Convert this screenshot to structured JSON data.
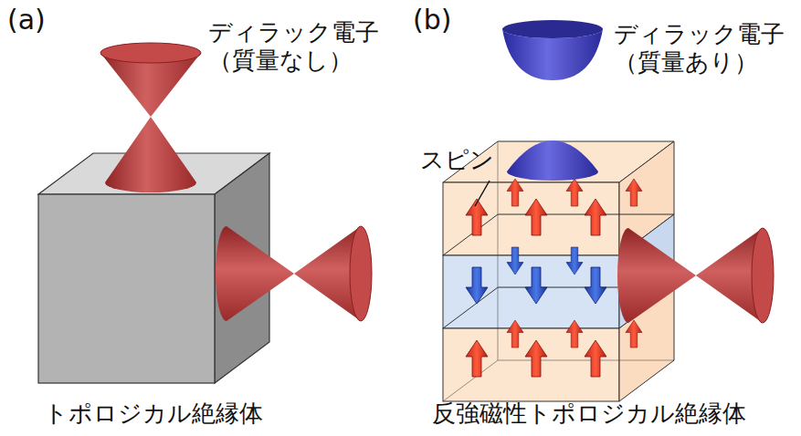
{
  "diagram": {
    "labels": [
      "(a)",
      "(b)",
      "ディラック電子 （質量なし）",
      "ディラック電子 （質量あり）",
      "スピン",
      "トポロジカル絶縁体",
      "反強磁性トポロジカル絶縁体"
    ]
  }
}
